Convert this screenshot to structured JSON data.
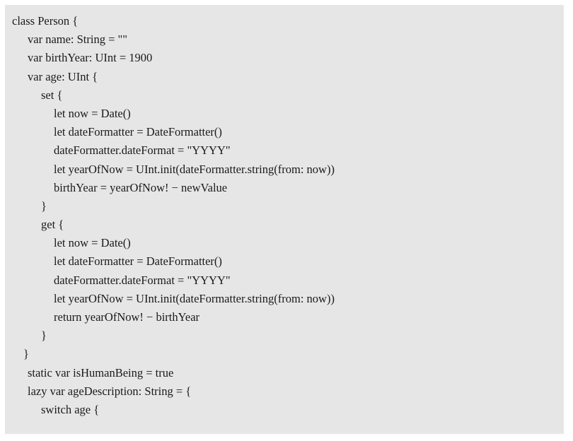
{
  "code": {
    "lines": [
      "class Person {",
      "var name: String = \"\"",
      "var birthYear: UInt = 1900",
      "var age: UInt {",
      "set {",
      "let now = Date()",
      "let dateFormatter = DateFormatter()",
      "dateFormatter.dateFormat = \"YYYY\"",
      "let yearOfNow = UInt.init(dateFormatter.string(from: now))",
      "birthYear = yearOfNow! − newValue",
      "}",
      "get {",
      "let now = Date()",
      "let dateFormatter = DateFormatter()",
      "dateFormatter.dateFormat = \"YYYY\"",
      "let yearOfNow = UInt.init(dateFormatter.string(from: now))",
      "return yearOfNow! − birthYear",
      "}",
      "}",
      "static var isHumanBeing = true",
      "lazy var ageDescription: String = {",
      "switch age {"
    ]
  }
}
